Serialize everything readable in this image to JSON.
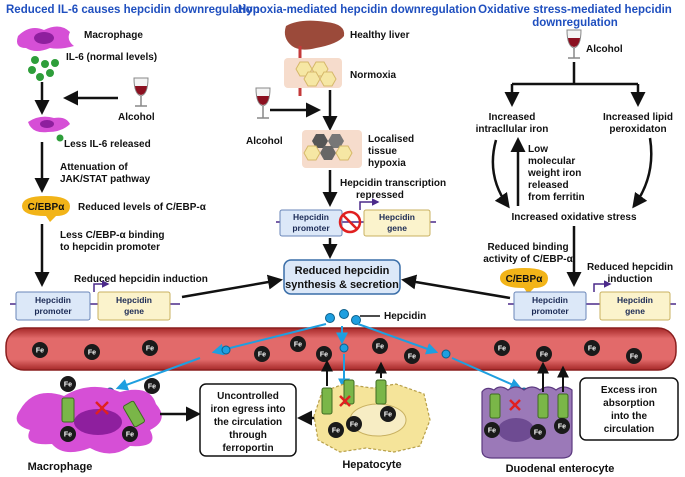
{
  "headings": {
    "il6": "Reduced IL-6 causes hepcidin downregulation",
    "hypoxia": "Hypoxia-mediated hepcidin downregulation",
    "oxidative_1": "Oxidative stress-mediated hepcidin",
    "oxidative_2": "downregulation"
  },
  "left_panel": {
    "macrophage": "Macrophage",
    "il6_normal": "IL-6 (normal levels)",
    "alcohol": "Alcohol",
    "less_il6": "Less IL-6 released",
    "attenuation_1": "Attenuation of",
    "attenuation_2": "JAK/STAT pathway",
    "cebp_badge": "C/EBPα",
    "reduced_cebp": "Reduced levels of C/EBP-α",
    "less_binding_1": "Less C/EBP-α binding",
    "less_binding_2": "to hepcidin promoter",
    "reduced_induction": "Reduced hepcidin induction",
    "promoter_1": "Hepcidin",
    "promoter_2": "promoter",
    "gene_1": "Hepcidin",
    "gene_2": "gene"
  },
  "middle_panel": {
    "healthy_liver": "Healthy liver",
    "normoxia": "Normoxia",
    "alcohol": "Alcohol",
    "localised_1": "Localised",
    "localised_2": "tissue",
    "localised_3": "hypoxia",
    "transcription_1": "Hepcidin transcription",
    "transcription_2": "repressed",
    "promoter_1": "Hepcidin",
    "promoter_2": "promoter",
    "gene_1": "Hepcidin",
    "gene_2": "gene",
    "reduced_synthesis_1": "Reduced hepcidin",
    "reduced_synthesis_2": "synthesis & secretion",
    "hepcidin": "Hepcidin"
  },
  "right_panel": {
    "alcohol": "Alcohol",
    "iron_1": "Increased",
    "iron_2": "intracllular iron",
    "lipid_1": "Increased lipid",
    "lipid_2": "peroxidaton",
    "low_mw_1": "Low",
    "low_mw_2": "molecular",
    "low_mw_3": "weight iron",
    "low_mw_4": "released",
    "low_mw_5": "from ferritin",
    "oxidative_stress": "Increased oxidative stress",
    "binding_1": "Reduced binding",
    "binding_2": "activity of C/EBP-α",
    "cebp_badge": "C/EBPα",
    "induction_1": "Reduced hepcidin",
    "induction_2": "induction",
    "promoter_1": "Hepcidin",
    "promoter_2": "promoter",
    "gene_1": "Hepcidin",
    "gene_2": "gene"
  },
  "bottom": {
    "fe": "Fe",
    "egress_1": "Uncontrolled",
    "egress_2": "iron egress into",
    "egress_3": "the circulation",
    "egress_4": "through",
    "egress_5": "ferroportin",
    "macrophage": "Macrophage",
    "hepatocyte": "Hepatocyte",
    "excess_1": "Excess iron",
    "excess_2": "absorption",
    "excess_3": "into the",
    "excess_4": "circulation",
    "enterocyte": "Duodenal enterocyte"
  },
  "colors": {
    "heading": "#1f4fbf",
    "macrophage": "#d64fd6",
    "il6": "#2e9e3a",
    "cebp": "#f2b418",
    "promoter": "#dce8f8",
    "gene": "#fbf3cc",
    "hepcidin_dot": "#1e9fe0",
    "vessel": "#c43a3a",
    "fe": "#1a1a1a",
    "ferroportin": "#7ab648",
    "inhibit": "#e02020",
    "hepatocyte": "#f5e49a",
    "enterocyte": "#9b79b8",
    "liver": "#9b4a3a",
    "hypoxia_cell": "#555555"
  },
  "icons": [
    "wine-glass-icon",
    "liver-icon",
    "hepatocyte-cluster-icon",
    "cebp-protein-icon",
    "inhibit-icon",
    "ferroportin-icon",
    "iron-ion-icon",
    "hepcidin-molecule-icon"
  ]
}
